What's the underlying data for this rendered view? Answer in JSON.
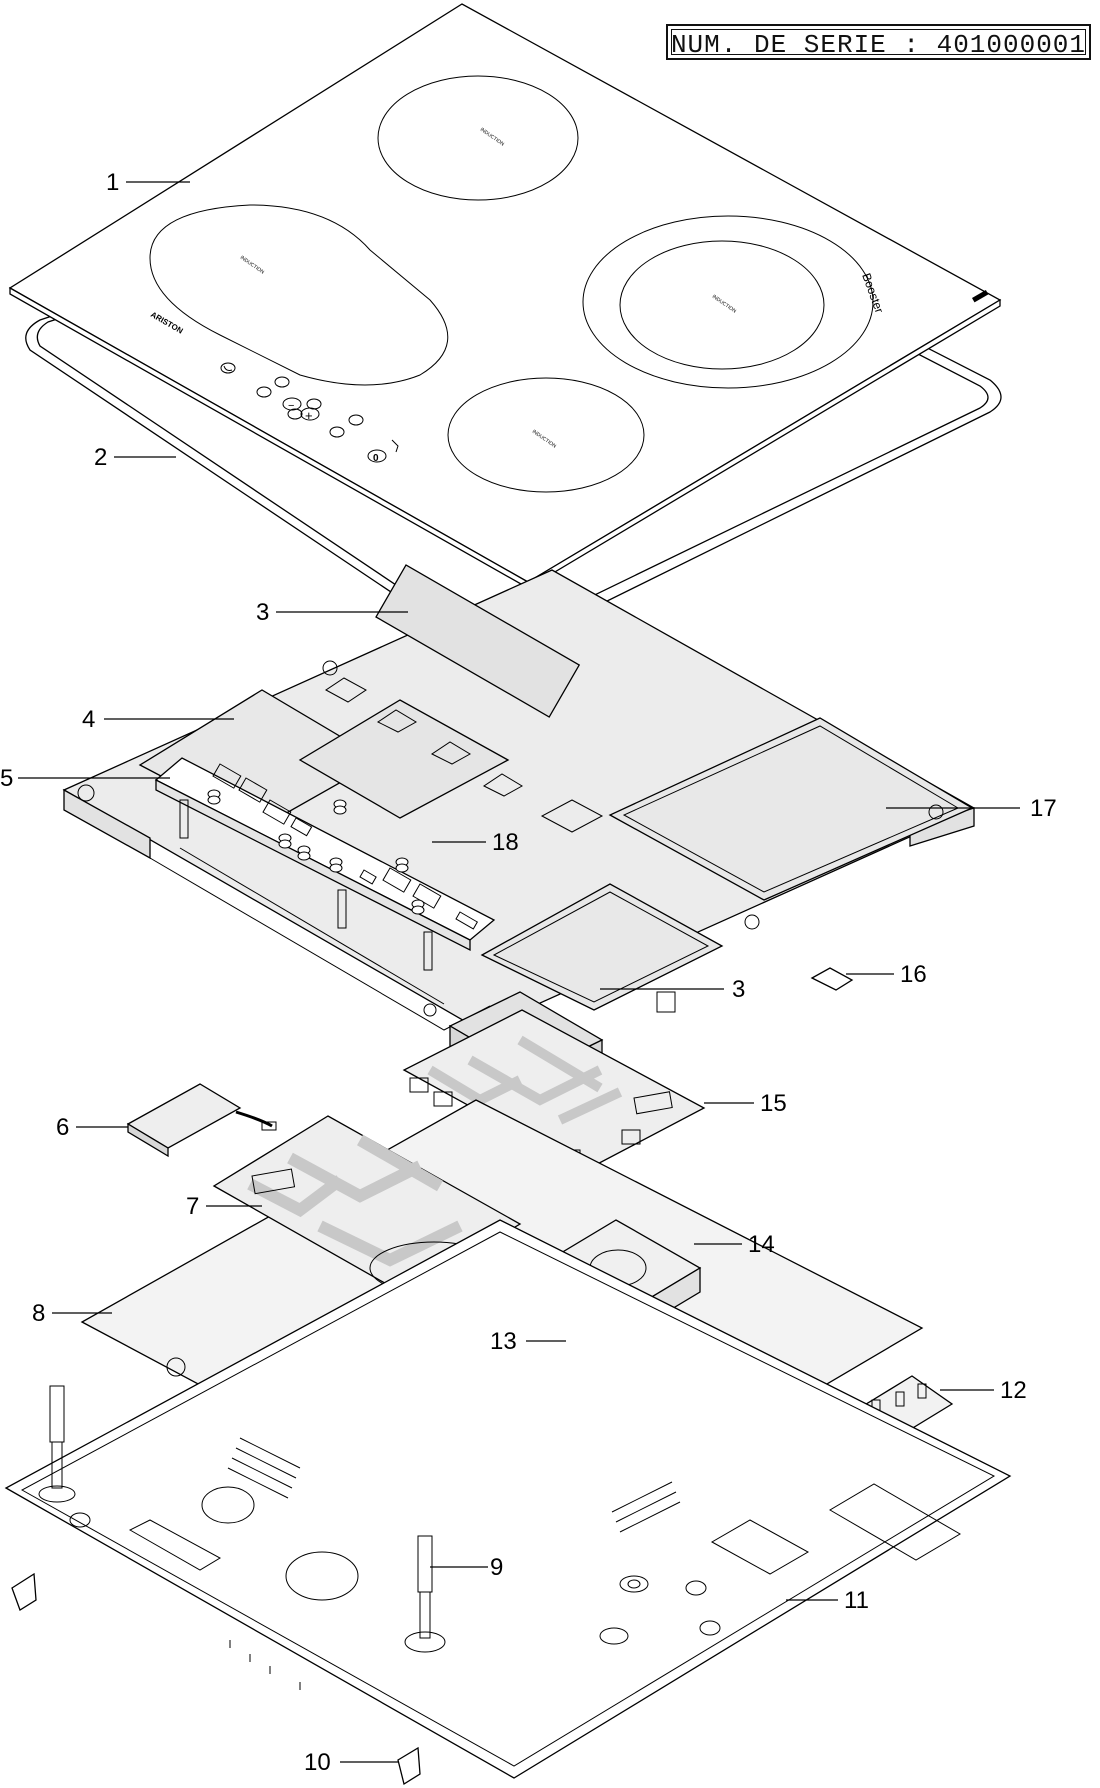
{
  "serial_box": {
    "text": "NUM. DE SERIE : 401000001"
  },
  "hob_markings": {
    "zone_label": "INDUCTION",
    "booster": "Booster",
    "brand": "ARISTON",
    "minus": "−",
    "plus": "+",
    "power": "0"
  },
  "callouts": [
    "1",
    "2",
    "3",
    "4",
    "5",
    "17",
    "18",
    "3",
    "16",
    "15",
    "6",
    "7",
    "14",
    "8",
    "13",
    "12",
    "9",
    "11",
    "10"
  ]
}
